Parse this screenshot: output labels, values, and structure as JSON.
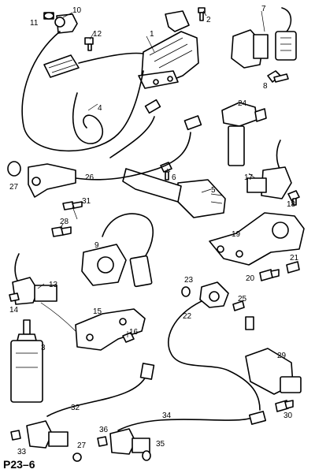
{
  "figure_ref": "P23–6",
  "callouts": [
    "1",
    "2",
    "3",
    "4",
    "5",
    "6",
    "7",
    "8",
    "9",
    "10",
    "11",
    "12",
    "13",
    "14",
    "15",
    "16",
    "17",
    "18",
    "19",
    "20",
    "21",
    "22",
    "23",
    "24",
    "25",
    "26",
    "27",
    "28",
    "29",
    "30",
    "31",
    "32",
    "33",
    "34",
    "35",
    "36"
  ],
  "colors": {
    "ink": "#000000",
    "paper": "#ffffff"
  }
}
